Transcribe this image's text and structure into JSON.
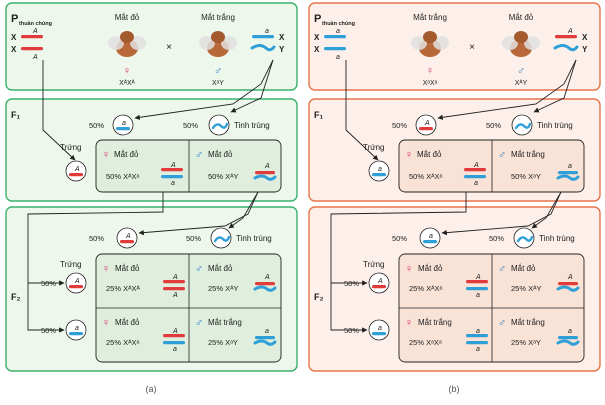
{
  "labels": {
    "generation_p_main": "P",
    "generation_p_sub": "thuần chủng",
    "f1": "F₁",
    "f2": "F₂",
    "egg": "Trứng",
    "sperm": "Tinh trùng",
    "fifty": "50%",
    "cross": "×",
    "caption_a": "(a)",
    "caption_b": "(b)"
  },
  "panels": [
    {
      "id": "a",
      "colors": {
        "border": "#3ab26b",
        "fill": "#eef7ec",
        "inner_fill": "#dfeedd"
      },
      "parents": {
        "female_phenotype": "Mắt đỏ",
        "female_genotype": "XᴬXᴬ",
        "female_chr": [
          {
            "x": "X",
            "allele": "A",
            "color": "#e23b3b"
          },
          {
            "x": "X",
            "allele": "A",
            "color": "#e23b3b"
          }
        ],
        "male_phenotype": "Mắt trắng",
        "male_genotype": "XᵃY",
        "male_chr": [
          {
            "x": "X",
            "allele": "a",
            "color": "#2f9fd8"
          },
          {
            "x": "Y",
            "allele": "",
            "color": "#2f9fd8"
          }
        ]
      },
      "f1": {
        "egg_allele": "A",
        "egg_color": "#e23b3b",
        "sperm_x_allele": "a",
        "sperm_x_color": "#2f9fd8",
        "female_phenotype": "Mắt đỏ",
        "female_genotype": "50% XᴬXᵃ",
        "female_alleles": [
          "A",
          "a"
        ],
        "female_colors": [
          "#e23b3b",
          "#2f9fd8"
        ],
        "male_phenotype": "Mắt đỏ",
        "male_genotype": "50% XᴬY",
        "male_alleles": [
          "A",
          ""
        ],
        "male_colors": [
          "#e23b3b",
          "#2f9fd8"
        ]
      },
      "f2": {
        "sperm_x_allele": "A",
        "sperm_x_color": "#e23b3b",
        "egg1_allele": "A",
        "egg1_color": "#e23b3b",
        "egg2_allele": "a",
        "egg2_color": "#2f9fd8",
        "cells": [
          {
            "symbol": "♀",
            "phenotype": "Mắt đỏ",
            "genotype": "25% XᴬXᴬ",
            "alleles": [
              "A",
              "A"
            ],
            "colors": [
              "#e23b3b",
              "#e23b3b"
            ]
          },
          {
            "symbol": "♂",
            "phenotype": "Mắt đỏ",
            "genotype": "25% XᴬY",
            "alleles": [
              "A",
              ""
            ],
            "colors": [
              "#e23b3b",
              "#2f9fd8"
            ]
          },
          {
            "symbol": "♀",
            "phenotype": "Mắt đỏ",
            "genotype": "25% XᴬXᵃ",
            "alleles": [
              "A",
              "a"
            ],
            "colors": [
              "#e23b3b",
              "#2f9fd8"
            ]
          },
          {
            "symbol": "♂",
            "phenotype": "Mắt trắng",
            "genotype": "25% XᵃY",
            "alleles": [
              "a",
              ""
            ],
            "colors": [
              "#2f9fd8",
              "#2f9fd8"
            ]
          }
        ]
      }
    },
    {
      "id": "b",
      "colors": {
        "border": "#e8734a",
        "fill": "#fdf0ea",
        "inner_fill": "#f9e2d6"
      },
      "parents": {
        "female_phenotype": "Mắt trắng",
        "female_genotype": "XᵃXᵃ",
        "female_chr": [
          {
            "x": "X",
            "allele": "a",
            "color": "#2f9fd8"
          },
          {
            "x": "X",
            "allele": "a",
            "color": "#2f9fd8"
          }
        ],
        "male_phenotype": "Mắt đỏ",
        "male_genotype": "XᴬY",
        "male_chr": [
          {
            "x": "X",
            "allele": "A",
            "color": "#e23b3b"
          },
          {
            "x": "Y",
            "allele": "",
            "color": "#2f9fd8"
          }
        ]
      },
      "f1": {
        "egg_allele": "a",
        "egg_color": "#2f9fd8",
        "sperm_x_allele": "A",
        "sperm_x_color": "#e23b3b",
        "female_phenotype": "Mắt đỏ",
        "female_genotype": "50% XᴬXᵃ",
        "female_alleles": [
          "A",
          "a"
        ],
        "female_colors": [
          "#e23b3b",
          "#2f9fd8"
        ],
        "male_phenotype": "Mắt trắng",
        "male_genotype": "50% XᵃY",
        "male_alleles": [
          "a",
          ""
        ],
        "male_colors": [
          "#2f9fd8",
          "#2f9fd8"
        ]
      },
      "f2": {
        "sperm_x_allele": "a",
        "sperm_x_color": "#2f9fd8",
        "egg1_allele": "A",
        "egg1_color": "#e23b3b",
        "egg2_allele": "a",
        "egg2_color": "#2f9fd8",
        "cells": [
          {
            "symbol": "♀",
            "phenotype": "Mắt đỏ",
            "genotype": "25% XᴬXᵃ",
            "alleles": [
              "A",
              "a"
            ],
            "colors": [
              "#e23b3b",
              "#2f9fd8"
            ]
          },
          {
            "symbol": "♂",
            "phenotype": "Mắt đỏ",
            "genotype": "25% XᴬY",
            "alleles": [
              "A",
              ""
            ],
            "colors": [
              "#e23b3b",
              "#2f9fd8"
            ]
          },
          {
            "symbol": "♀",
            "phenotype": "Mắt trắng",
            "genotype": "25% XᵃXᵃ",
            "alleles": [
              "a",
              "a"
            ],
            "colors": [
              "#2f9fd8",
              "#2f9fd8"
            ]
          },
          {
            "symbol": "♂",
            "phenotype": "Mắt trắng",
            "genotype": "25% XᵃY",
            "alleles": [
              "a",
              ""
            ],
            "colors": [
              "#2f9fd8",
              "#2f9fd8"
            ]
          }
        ]
      }
    }
  ]
}
